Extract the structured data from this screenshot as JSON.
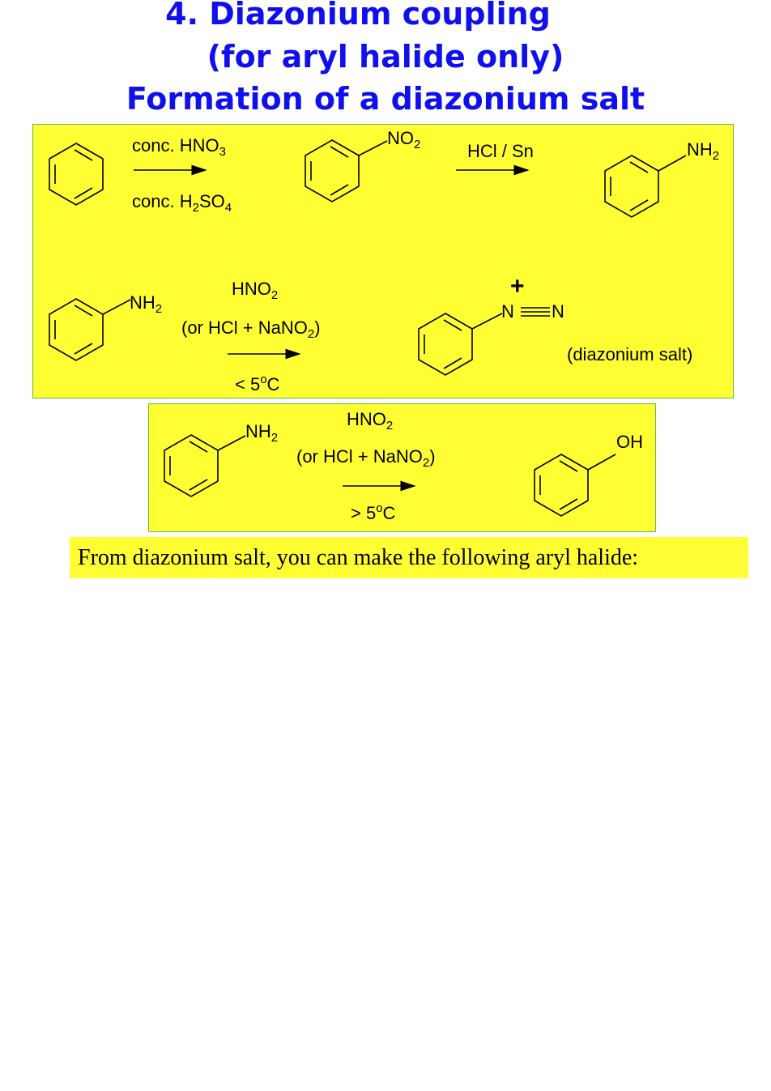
{
  "titles": {
    "line1": "4.  Diazonium coupling",
    "line2": "(for aryl halide only)",
    "line3": "Formation of a diazonium salt"
  },
  "reaction1": {
    "reagent_top": "conc. HNO",
    "reagent_top_sub": "3",
    "reagent_bottom": "conc. H",
    "reagent_bottom_sub1": "2",
    "reagent_bottom_mid": "SO",
    "reagent_bottom_sub2": "4",
    "product_group": "NO",
    "product_group_sub": "2"
  },
  "reaction2": {
    "reagent": "HCl / Sn",
    "product_group": "NH",
    "product_group_sub": "2"
  },
  "reaction3": {
    "reactant_group": "NH",
    "reactant_group_sub": "2",
    "reagent1": "HNO",
    "reagent1_sub": "2",
    "reagent2_pre": "(or HCl + NaNO",
    "reagent2_sub": "2",
    "reagent2_post": ")",
    "condition_pre": "< 5",
    "condition_sup": "o",
    "condition_post": "C",
    "product_n1": "N",
    "product_n2": "N",
    "product_charge": "+",
    "product_label": "(diazonium salt)"
  },
  "reaction4": {
    "reactant_group": "NH",
    "reactant_group_sub": "2",
    "reagent1": "HNO",
    "reagent1_sub": "2",
    "reagent2_pre": "(or HCl + NaNO",
    "reagent2_sub": "2",
    "reagent2_post": ")",
    "condition_pre": "> 5",
    "condition_sup": "o",
    "condition_post": "C",
    "product_group": "OH"
  },
  "caption": "From diazonium salt, you can make the following aryl halide:",
  "colors": {
    "title": "#1010ee",
    "box_fill": "#ffff33",
    "box_border": "#66bb44"
  }
}
